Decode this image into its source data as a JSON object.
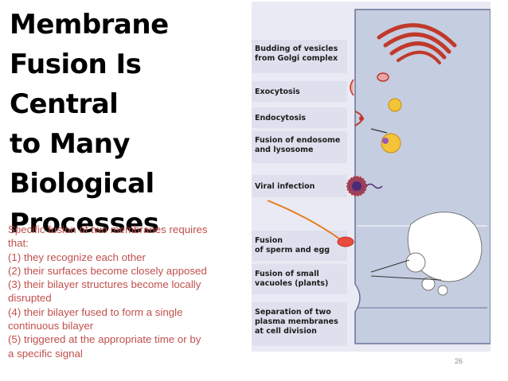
{
  "slide": {
    "title_lines": [
      "Membrane",
      "Fusion Is Central",
      "to Many",
      "Biological",
      "Processes"
    ],
    "body_lines": [
      "Specific fusion of two membranes requires",
      "that:",
      "(1) they recognize each other",
      "(2) their surfaces become closely apposed",
      "(3) their bilayer structures become locally",
      "disrupted",
      "(4) their bilayer fused to form a single",
      "continuous bilayer",
      "(5) triggered at the appropriate time or by",
      "a specific signal"
    ],
    "slide_number": "26"
  },
  "figure": {
    "labels": [
      [
        "Budding of vesicles",
        "from Golgi complex"
      ],
      [
        "Exocytosis"
      ],
      [
        "Endocytosis"
      ],
      [
        "Fusion of endosome",
        "and lysosome"
      ],
      [
        "Viral infection"
      ],
      [
        "Fusion",
        "of sperm and egg"
      ],
      [
        "Fusion of small",
        "vacuoles (plants)"
      ],
      [
        "Separation of two",
        "plasma membranes",
        "at cell division"
      ]
    ]
  },
  "colors": {
    "title": "#000000",
    "body_text": "#c0504d",
    "panel_bg": "#dfe0ee",
    "cell_bg": "#c5cde0",
    "membrane_red": "#c0392b",
    "vesicle_yellow": "#f3c437"
  }
}
